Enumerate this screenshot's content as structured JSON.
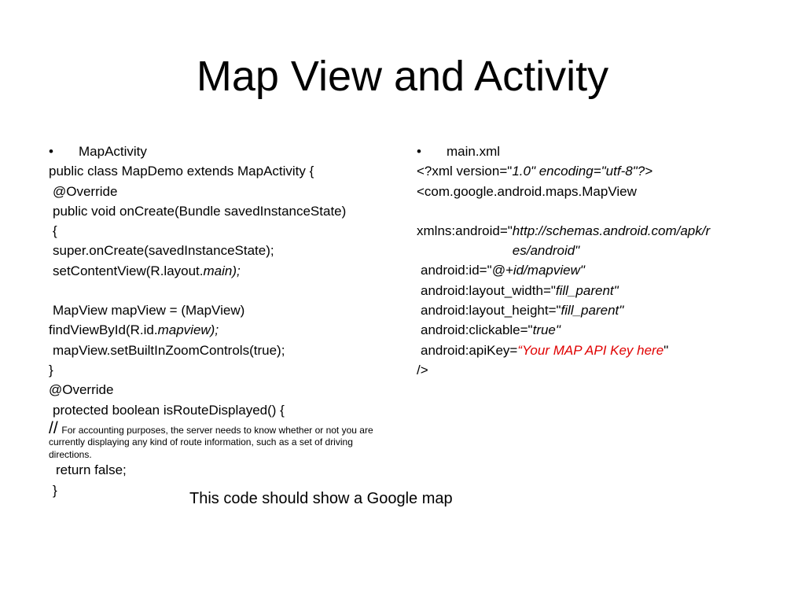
{
  "title": "Map View and Activity",
  "left": {
    "bullet_symbol": "•",
    "heading": "MapActivity",
    "lines": {
      "class_decl": "public class MapDemo extends MapActivity {",
      "override1": "@Override",
      "oncreate": "public void onCreate(Bundle savedInstanceState)",
      "brace_open": "{",
      "super_call": "super.onCreate(savedInstanceState);",
      "set_content_a": "setContentView(R.layout.",
      "set_content_b": "main);",
      "mapview_decl_a": "MapView mapView = (MapView)",
      "mapview_decl_b": "findViewById(R.id.",
      "mapview_decl_c": "mapview);",
      "zoom": "mapView.setBuiltInZoomControls(true);",
      "brace_close1": "}",
      "override2": "@Override",
      "route_decl": "protected boolean isRouteDisplayed() {",
      "comment_slash": "//",
      "comment_text": "For accounting purposes, the server needs to know whether or not you are currently displaying any kind of route information, such as a set of driving directions.",
      "return_false": "return false;",
      "brace_close2": "}"
    }
  },
  "right": {
    "bullet_symbol": "•",
    "heading": "main.xml",
    "lines": {
      "xml_decl_a": "<?xml version=\"",
      "xml_decl_b": "1.0\" encoding=\"utf-8\"?>",
      "mapview_tag": "<com.google.android.maps.MapView",
      "xmlns_a": "xmlns:android=\"",
      "xmlns_b": "http://schemas.android.com/apk/res/android\"",
      "id_a": "android:id=\"",
      "id_b": "@+id/mapview\"",
      "width_a": "android:layout_width=\"",
      "width_b": "fill_parent\"",
      "height_a": "android:layout_height=\"",
      "height_b": "fill_parent\"",
      "clickable_a": "android:clickable=\"",
      "clickable_b": "true\"",
      "apikey_a": "android:apiKey=",
      "apikey_b": "“",
      "apikey_c": "Your MAP API Key here",
      "apikey_d": "\"",
      "close_tag": "/>"
    }
  },
  "caption": "This code should show a Google map",
  "colors": {
    "text": "#000000",
    "highlight": "#e00000",
    "background": "#ffffff"
  }
}
